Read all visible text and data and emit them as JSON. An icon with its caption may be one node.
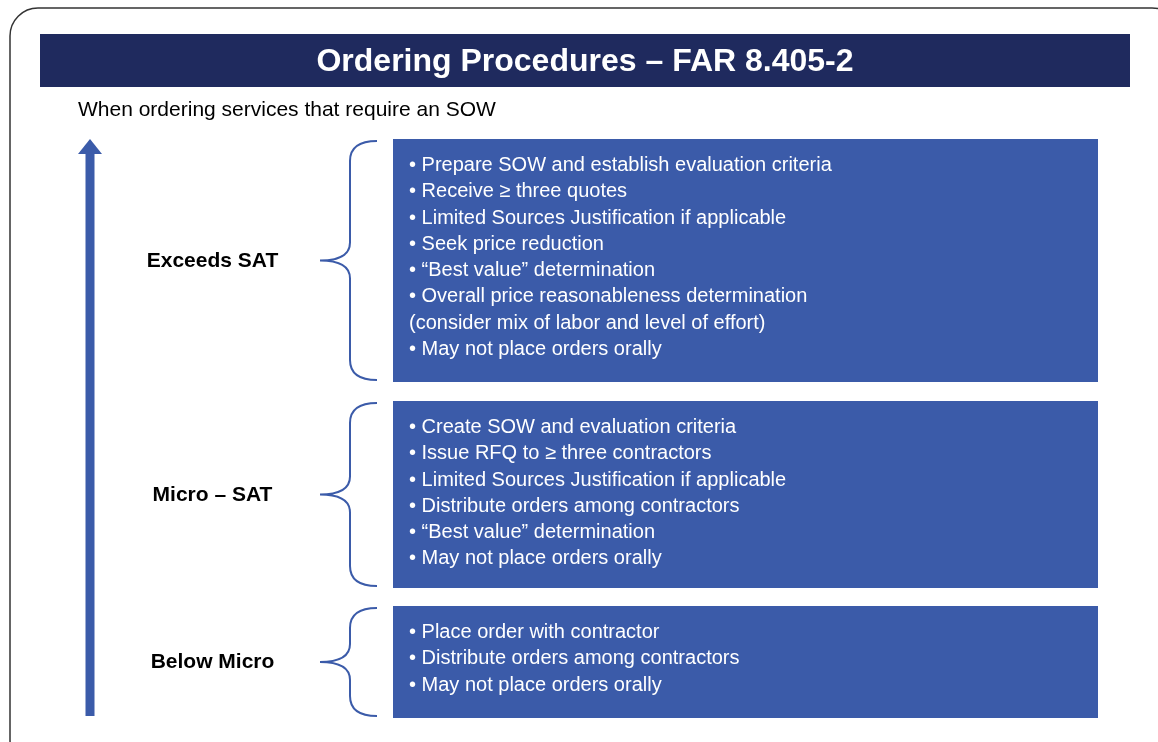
{
  "diagram": {
    "title": "Ordering Procedures – FAR 8.405-2",
    "nodes": [
      {
        "text": [
          "• Prepare SOW and establish evaluation criteria",
          "• Receive ≥ three quotes",
          "• Limited Sources Justification if applicable",
          "• Seek price reduction",
          "• “Best value” determination",
          "• Overall price reasonableness determination (consider mix of labor and level of effort)",
          "• May not place orders orally"
        ]
      },
      {
        "text": [
          "• Create SOW and evaluation criteria",
          "• Issue RFQ to ≥ three contractors",
          "• Limited Sources Justification if applicable",
          "• Distribute orders among contractors",
          "• “Best value” determination",
          "• May not place orders orally"
        ]
      },
      {
        "text": [
          "• Place order with contractor",
          "• Distribute orders among contractors",
          "• May not place orders orally"
        ]
      }
    ],
    "labels": [
      "When ordering services that require an SOW",
      "Exceeds SAT",
      "Micro – SAT",
      "Below Micro"
    ]
  }
}
